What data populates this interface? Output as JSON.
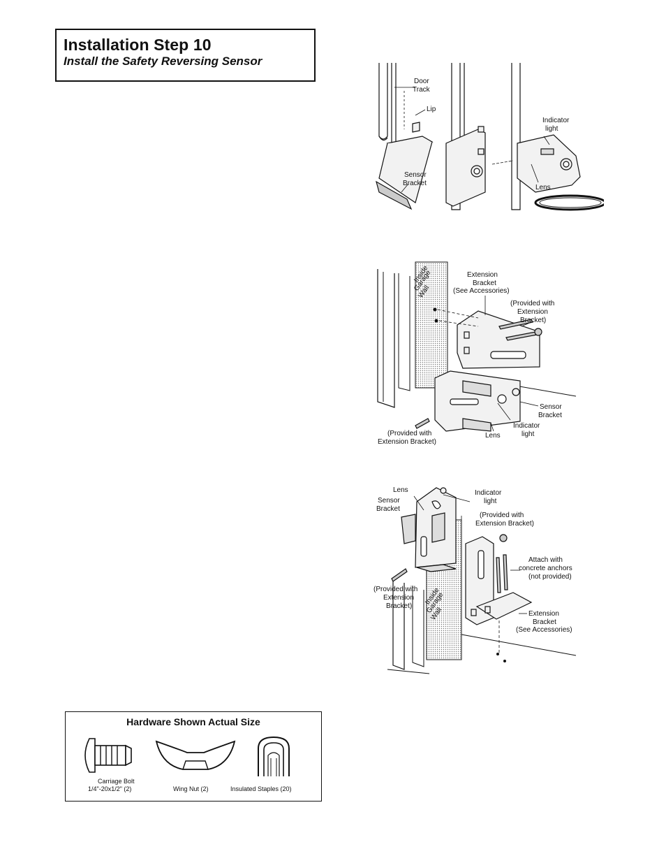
{
  "header": {
    "title": "Installation Step 10",
    "subtitle": "Install the Safety Reversing Sensor"
  },
  "figure1": {
    "labels": {
      "door_track_1": "Door",
      "door_track_2": "Track",
      "lip": "Lip",
      "sensor_bracket_1": "Sensor",
      "sensor_bracket_2": "Bracket",
      "indicator_1": "Indicator",
      "indicator_2": "light",
      "lens": "Lens"
    }
  },
  "figure2": {
    "labels": {
      "wall_1": "Inside",
      "wall_2": "Garage",
      "wall_3": "Wall",
      "ext_1": "Extension",
      "ext_2": "Bracket",
      "ext_3": "(See Accessories)",
      "prov_1": "(Provided with",
      "prov_2": "Extension",
      "prov_3": "Bracket)",
      "sensor_1": "Sensor",
      "sensor_2": "Bracket",
      "indicator_1": "Indicator",
      "indicator_2": "light",
      "lens": "Lens",
      "prov_b1": "(Provided with",
      "prov_b2": "Extension Bracket)"
    }
  },
  "figure3": {
    "labels": {
      "lens": "Lens",
      "sensor_1": "Sensor",
      "sensor_2": "Bracket",
      "indicator_1": "Indicator",
      "indicator_2": "light",
      "prov_1": "(Provided with",
      "prov_2": "Extension Bracket)",
      "attach_1": "Attach with",
      "attach_2": "concrete anchors",
      "attach_3": "(not provided)",
      "prov_l1": "(Provided with",
      "prov_l2": "Extension",
      "prov_l3": "Bracket)",
      "wall_1": "Inside",
      "wall_2": "Garage",
      "wall_3": "Wall",
      "ext_1": "Extension",
      "ext_2": "Bracket",
      "ext_3": "(See Accessories)"
    }
  },
  "hardware": {
    "title": "Hardware Shown Actual Size",
    "carriage_bolt_1": "Carriage Bolt",
    "carriage_bolt_2": "1/4\"-20x1/2\" (2)",
    "wing_nut": "Wing Nut (2)",
    "staples": "Insulated Staples (20)"
  }
}
